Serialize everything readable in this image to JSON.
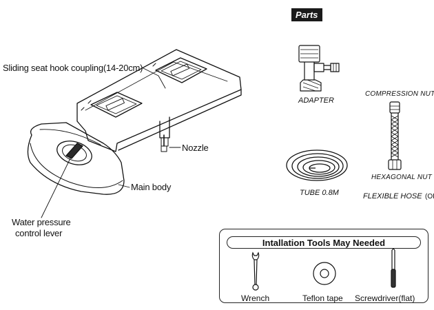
{
  "parts_title": "Parts",
  "labels": {
    "sliding_hook": "Sliding seat hook coupling(14-20cm)",
    "nozzle": "Nozzle",
    "main_body": "Main body",
    "lever_line1": "Water  pressure",
    "lever_line2": "control lever"
  },
  "parts": {
    "adapter": "ADAPTER",
    "compression_nut": "COMPRESSION  NUT",
    "hexagonal_nut": "HEXAGONAL NUT",
    "tube": "TUBE 0.8M",
    "flexible_hose": "FLEXIBLE HOSE",
    "flexible_hose_suffix": "(OR)"
  },
  "tools": {
    "title": "Intallation Tools May Needed",
    "items": [
      {
        "label": "Wrench",
        "icon": "wrench-icon"
      },
      {
        "label": "Teflon tape",
        "icon": "teflon-tape-icon"
      },
      {
        "label": "Screwdriver(flat)",
        "icon": "screwdriver-icon"
      }
    ]
  },
  "colors": {
    "ink": "#111111",
    "title_bg": "#1a1a1a"
  }
}
